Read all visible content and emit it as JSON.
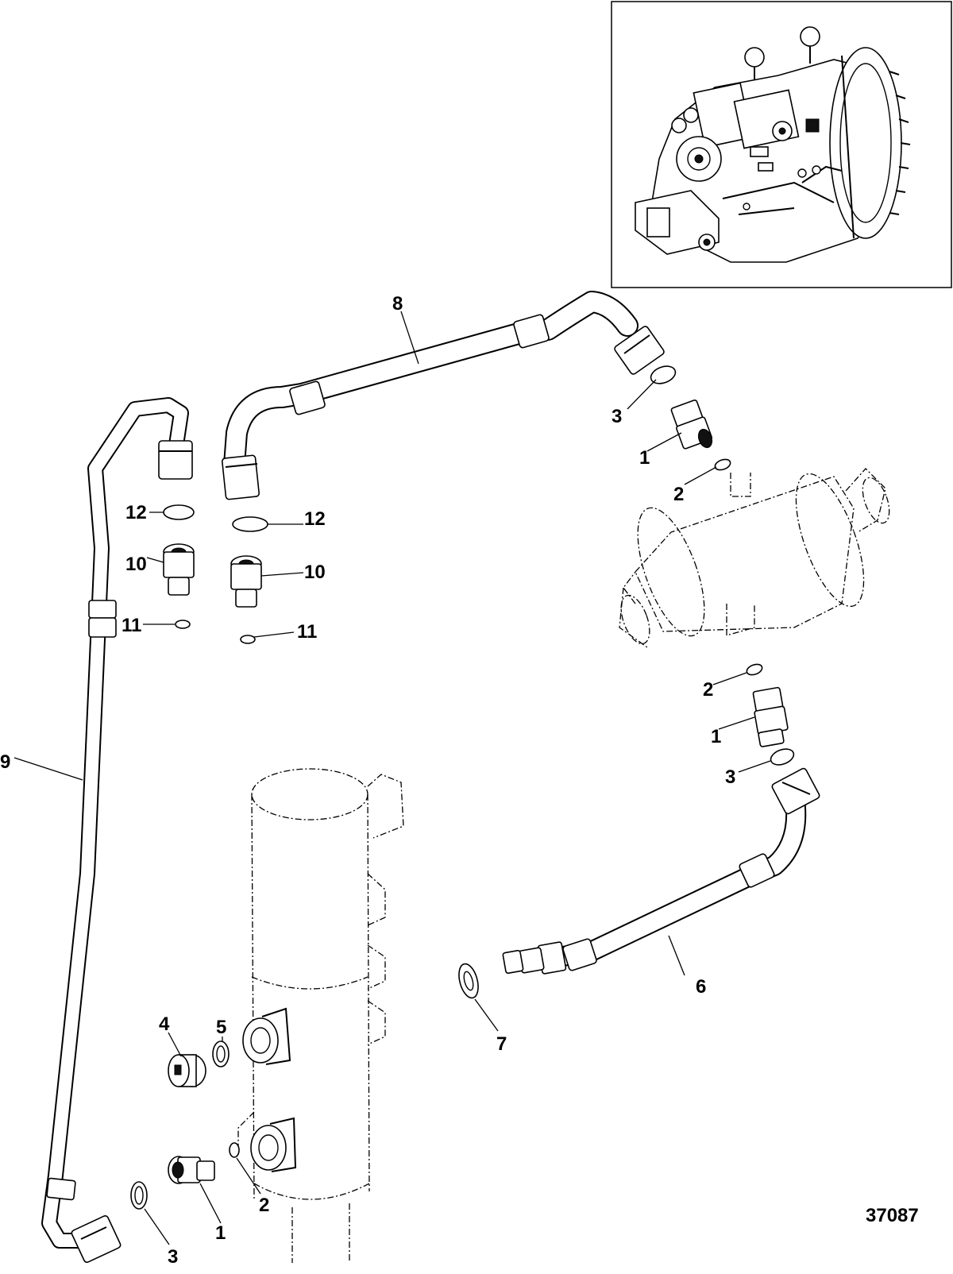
{
  "figure_number": "37087",
  "inset": {
    "icon": "transmission-assembly-icon"
  },
  "callouts": [
    {
      "id": "c8",
      "label": "8"
    },
    {
      "id": "c3a",
      "label": "3"
    },
    {
      "id": "c1a",
      "label": "1"
    },
    {
      "id": "c2a",
      "label": "2"
    },
    {
      "id": "c12a",
      "label": "12"
    },
    {
      "id": "c12b",
      "label": "12"
    },
    {
      "id": "c10a",
      "label": "10"
    },
    {
      "id": "c10b",
      "label": "10"
    },
    {
      "id": "c11a",
      "label": "11"
    },
    {
      "id": "c11b",
      "label": "11"
    },
    {
      "id": "c9",
      "label": "9"
    },
    {
      "id": "c2b",
      "label": "2"
    },
    {
      "id": "c1b",
      "label": "1"
    },
    {
      "id": "c3b",
      "label": "3"
    },
    {
      "id": "c6",
      "label": "6"
    },
    {
      "id": "c7",
      "label": "7"
    },
    {
      "id": "c4",
      "label": "4"
    },
    {
      "id": "c5",
      "label": "5"
    },
    {
      "id": "c2c",
      "label": "2"
    },
    {
      "id": "c1c",
      "label": "1"
    },
    {
      "id": "c3c",
      "label": "3"
    }
  ]
}
